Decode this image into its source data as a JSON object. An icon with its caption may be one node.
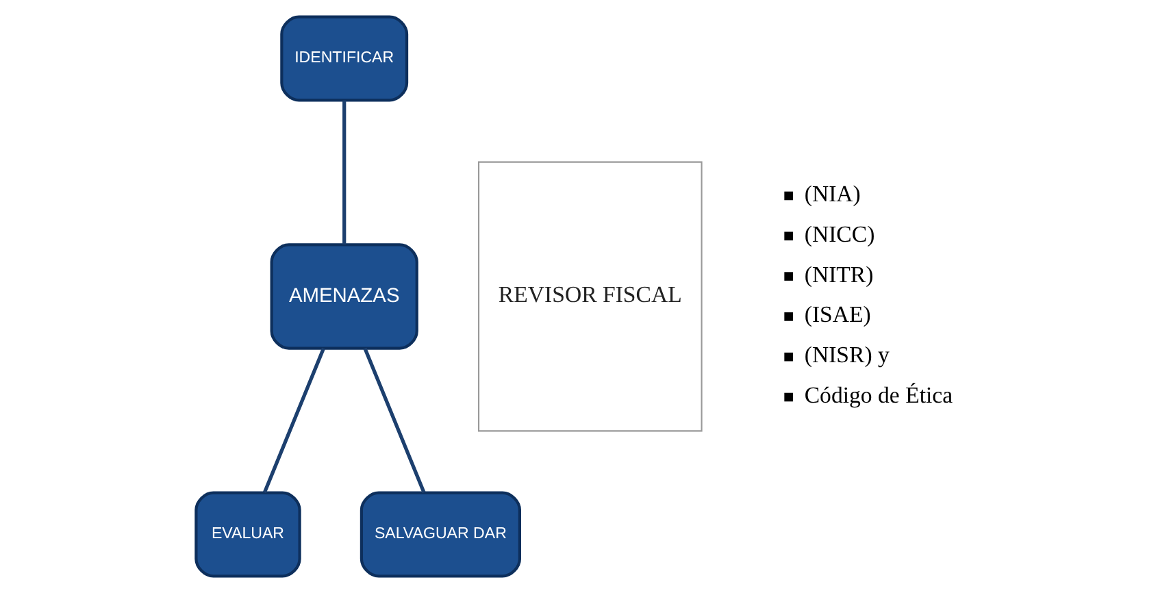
{
  "diagram": {
    "nodes": [
      {
        "text": [
          "IDENTIFICAR"
        ]
      },
      {
        "text": [
          "AMENAZAS"
        ]
      },
      {
        "text": [
          "EVALUAR"
        ]
      },
      {
        "text": [
          "SALVAGUAR DAR"
        ]
      },
      {
        "text": [
          "REVISOR FISCAL"
        ]
      }
    ],
    "edges": [
      {
        "from": 0,
        "to": 1,
        "arrow": "none"
      },
      {
        "from": 1,
        "to": 2,
        "arrow": "none"
      },
      {
        "from": 1,
        "to": 3,
        "arrow": "none"
      }
    ],
    "labels": [
      "(NIA)",
      "(NICC)",
      "(NITR)",
      "(ISAE)",
      "(NISR) y",
      "Código de Ética"
    ]
  }
}
